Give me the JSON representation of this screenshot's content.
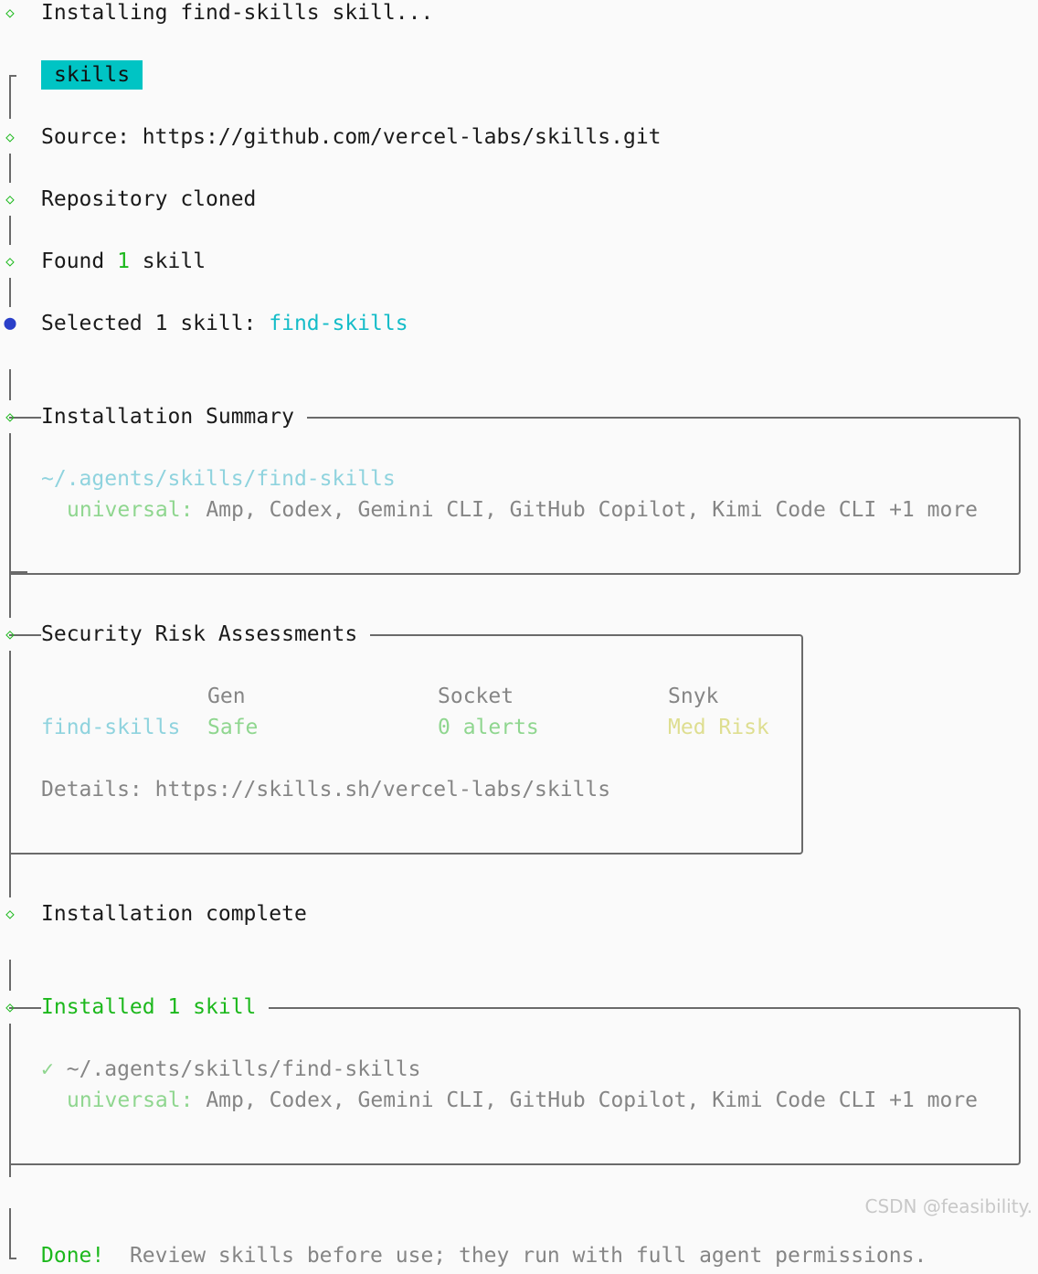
{
  "steps": {
    "installing": "Installing find-skills skill...",
    "badge": "skills",
    "source_label": "Source: ",
    "source_url": "https://github.com/vercel-labs/skills.git",
    "cloned": "Repository cloned",
    "found_prefix": "Found ",
    "found_count": "1",
    "found_suffix": " skill",
    "selected_prefix": "Selected 1 skill: ",
    "selected_name": "find-skills",
    "complete": "Installation complete"
  },
  "summary": {
    "title": "Installation Summary",
    "path": "~/.agents/skills/find-skills",
    "agents_label": "universal:",
    "agents": " Amp, Codex, Gemini CLI, GitHub Copilot, Kimi Code CLI +1 more"
  },
  "security": {
    "title": "Security Risk Assessments",
    "headers": [
      "Gen",
      "Socket",
      "Snyk"
    ],
    "skill": "find-skills",
    "gen": "Safe",
    "socket": "0 alerts",
    "snyk": "Med Risk",
    "details": "Details: https://skills.sh/vercel-labs/skills"
  },
  "installed": {
    "title": "Installed 1 skill",
    "check": "✓",
    "path": "~/.agents/skills/find-skills",
    "agents_label": "universal:",
    "agents": " Amp, Codex, Gemini CLI, GitHub Copilot, Kimi Code CLI +1 more"
  },
  "done": {
    "label": "Done!",
    "message": "Review skills before use; they run with full agent permissions."
  },
  "watermark": "CSDN @feasibility.",
  "colors": {
    "green": "#1cb81c",
    "cyan": "#00c4c4",
    "active_dot": "#2a3fc9"
  }
}
